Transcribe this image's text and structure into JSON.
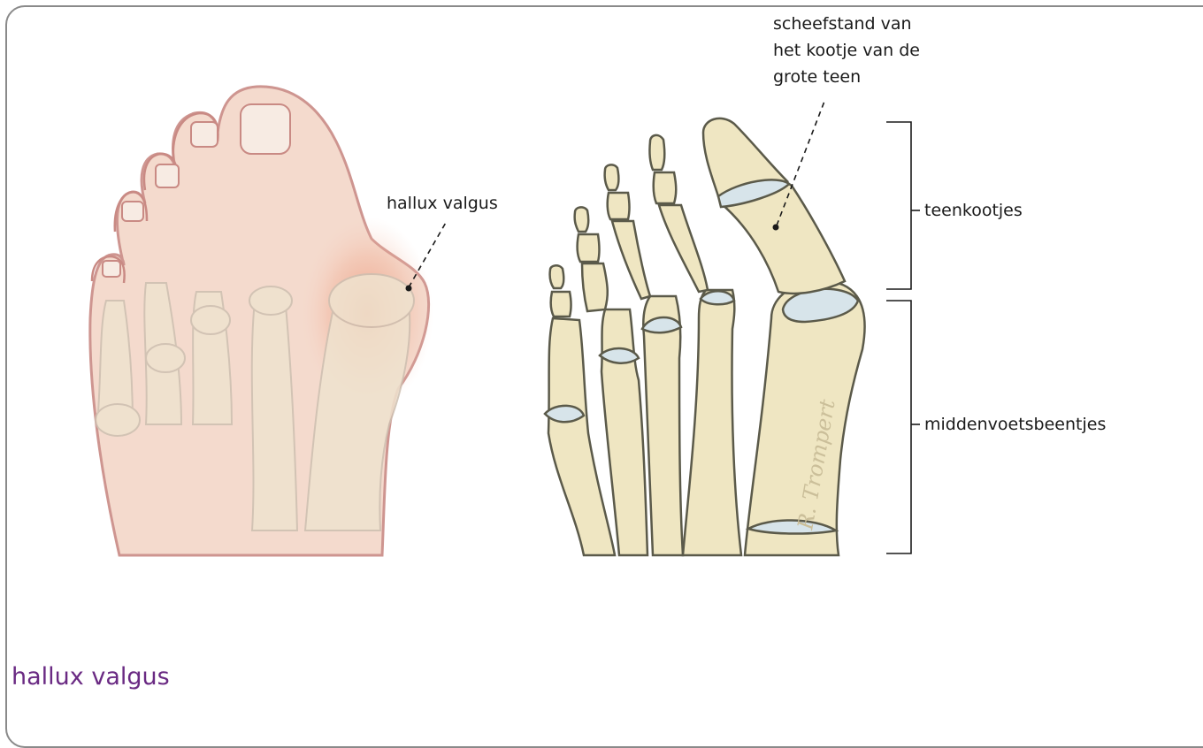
{
  "labels": {
    "hallux_valgus": "hallux valgus",
    "misalignment_line1": "scheefstand van",
    "misalignment_line2": "het kootje van de",
    "misalignment_line3": "grote teen",
    "phalanges": "teenkootjes",
    "metatarsals": "middenvoetsbeentjes"
  },
  "signature": "R. Trompert",
  "caption": "hallux valgus",
  "colors": {
    "skin_outline": "#c98a84",
    "skin_fill": "#f3d7c8",
    "inflammation": "#e8876a",
    "bone_fill": "#efe6c2",
    "bone_outline": "#5b5a4a",
    "cartilage": "#d7e4ea",
    "caption": "#6a2a83"
  }
}
